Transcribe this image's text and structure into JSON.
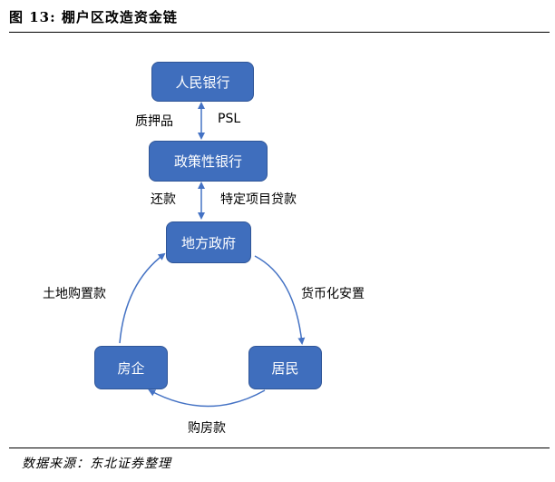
{
  "figure": {
    "title": "图  13:  棚户区改造资金链",
    "source": "数据来源：东北证券整理"
  },
  "nodes": {
    "pboc": "人民银行",
    "policy_bank": "政策性银行",
    "local_gov": "地方政府",
    "residents": "居民",
    "developers": "房企"
  },
  "edges": {
    "pledge": "质押品",
    "psl": "PSL",
    "repay": "还款",
    "special_loan": "特定项目贷款",
    "monetized_resettlement": "货币化安置",
    "land_purchase": "土地购置款",
    "home_purchase": "购房款"
  },
  "colors": {
    "node_fill": "#3f6ebd",
    "node_border": "#2f5597",
    "arrow": "#4472c4"
  }
}
